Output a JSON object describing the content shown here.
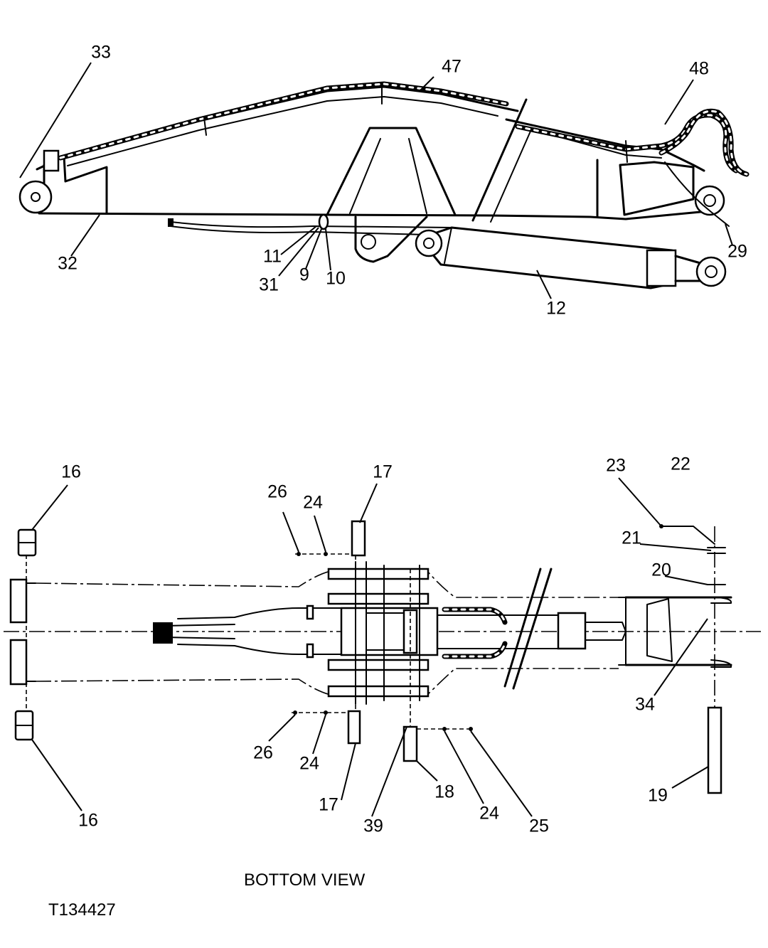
{
  "figure_id": "T134427",
  "bottom_view_caption": "BOTTOM VIEW",
  "side_view": {
    "callouts": {
      "c33": "33",
      "c47": "47",
      "c48": "48",
      "c32": "32",
      "c11": "11",
      "c31": "31",
      "c9": "9",
      "c10": "10",
      "c12": "12",
      "c29": "29"
    }
  },
  "bottom_view": {
    "callouts": {
      "c16_top": "16",
      "c16_bottom": "16",
      "c17_top": "17",
      "c17_bottom": "17",
      "c26_top": "26",
      "c26_bottom": "26",
      "c24_top": "24",
      "c24_bottom": "24",
      "c24_right": "24",
      "c23": "23",
      "c22": "22",
      "c21": "21",
      "c20": "20",
      "c34": "34",
      "c19": "19",
      "c18": "18",
      "c25": "25",
      "c39": "39"
    }
  }
}
